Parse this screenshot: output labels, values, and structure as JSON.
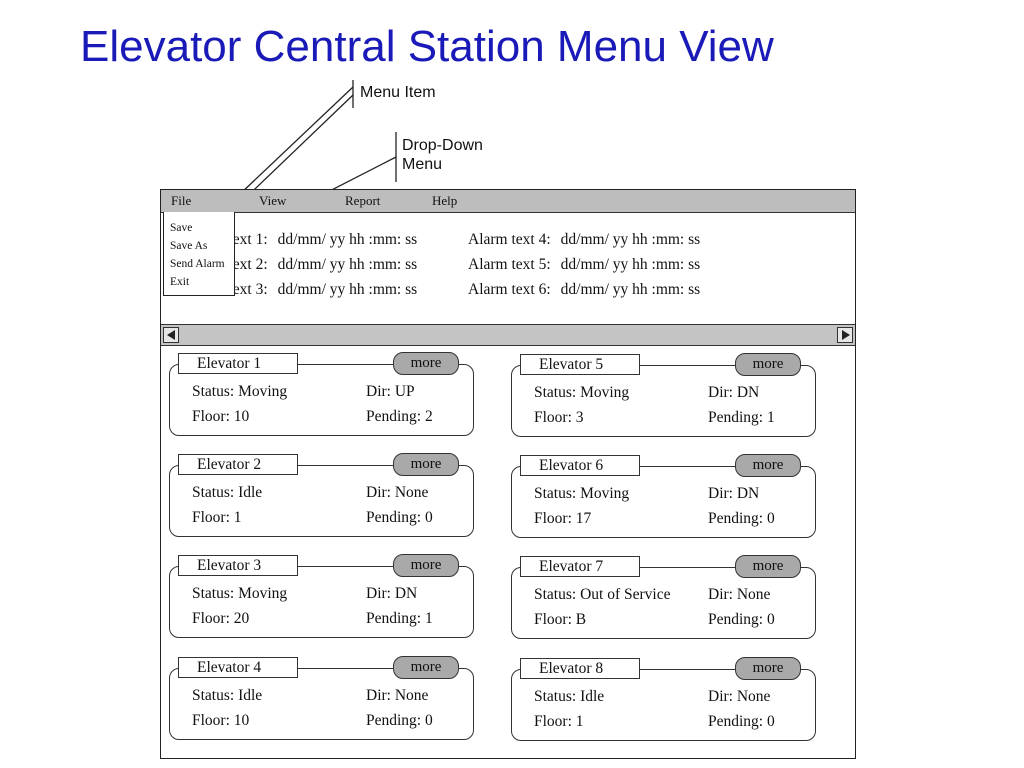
{
  "slide": {
    "title": "Elevator Central Station Menu View"
  },
  "callouts": {
    "menu_item": "Menu Item",
    "dropdown": "Drop-Down Menu"
  },
  "menubar": {
    "file": "File",
    "view": "View",
    "report": "Report",
    "help": "Help"
  },
  "dropdown": [
    "Save",
    "Save As",
    "Send Alarm",
    "Exit"
  ],
  "alarms": [
    {
      "label": "Alarm text 1:",
      "stamp": "dd/mm/ yy hh :mm: ss"
    },
    {
      "label": "Alarm text 2:",
      "stamp": "dd/mm/ yy hh :mm: ss"
    },
    {
      "label": "Alarm text 3:",
      "stamp": "dd/mm/ yy hh :mm: ss"
    },
    {
      "label": "Alarm text 4:",
      "stamp": "dd/mm/ yy hh :mm: ss"
    },
    {
      "label": "Alarm text 5:",
      "stamp": "dd/mm/ yy hh :mm: ss"
    },
    {
      "label": "Alarm text 6:",
      "stamp": "dd/mm/ yy hh :mm: ss"
    }
  ],
  "more_label": "more",
  "elevators": [
    {
      "name": "Elevator 1",
      "status": "Status: Moving",
      "floor": "Floor: 10",
      "dir": "Dir: UP",
      "pending": "Pending: 2"
    },
    {
      "name": "Elevator 2",
      "status": "Status: Idle",
      "floor": "Floor: 1",
      "dir": "Dir: None",
      "pending": "Pending: 0"
    },
    {
      "name": "Elevator 3",
      "status": "Status: Moving",
      "floor": "Floor: 20",
      "dir": "Dir: DN",
      "pending": "Pending: 1"
    },
    {
      "name": "Elevator 4",
      "status": "Status: Idle",
      "floor": "Floor: 10",
      "dir": "Dir: None",
      "pending": "Pending: 0"
    },
    {
      "name": "Elevator 5",
      "status": "Status: Moving",
      "floor": "Floor: 3",
      "dir": "Dir: DN",
      "pending": "Pending: 1"
    },
    {
      "name": "Elevator 6",
      "status": "Status: Moving",
      "floor": "Floor: 17",
      "dir": "Dir: DN",
      "pending": "Pending: 0"
    },
    {
      "name": "Elevator 7",
      "status": "Status:  Out of Service",
      "floor": "Floor: B",
      "dir": "Dir: None",
      "pending": "Pending: 0"
    },
    {
      "name": "Elevator 8",
      "status": "Status: Idle",
      "floor": "Floor: 1",
      "dir": "Dir: None",
      "pending": "Pending: 0"
    }
  ]
}
